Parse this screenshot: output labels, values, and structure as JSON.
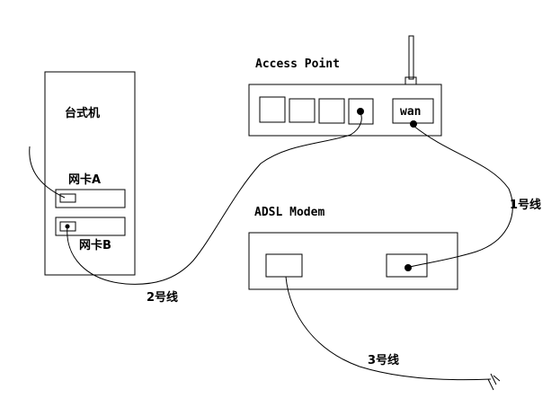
{
  "desktop": {
    "label": "台式机"
  },
  "nic_a": {
    "label": "网卡A"
  },
  "nic_b": {
    "label": "网卡B"
  },
  "access_point": {
    "label": "Access Point",
    "wan_port_label": "wan"
  },
  "adsl_modem": {
    "label": "ADSL Modem"
  },
  "cables": {
    "cable_1": "1号线",
    "cable_2": "2号线",
    "cable_3": "3号线"
  },
  "colors": {
    "line": "#000000",
    "background": "#ffffff"
  }
}
